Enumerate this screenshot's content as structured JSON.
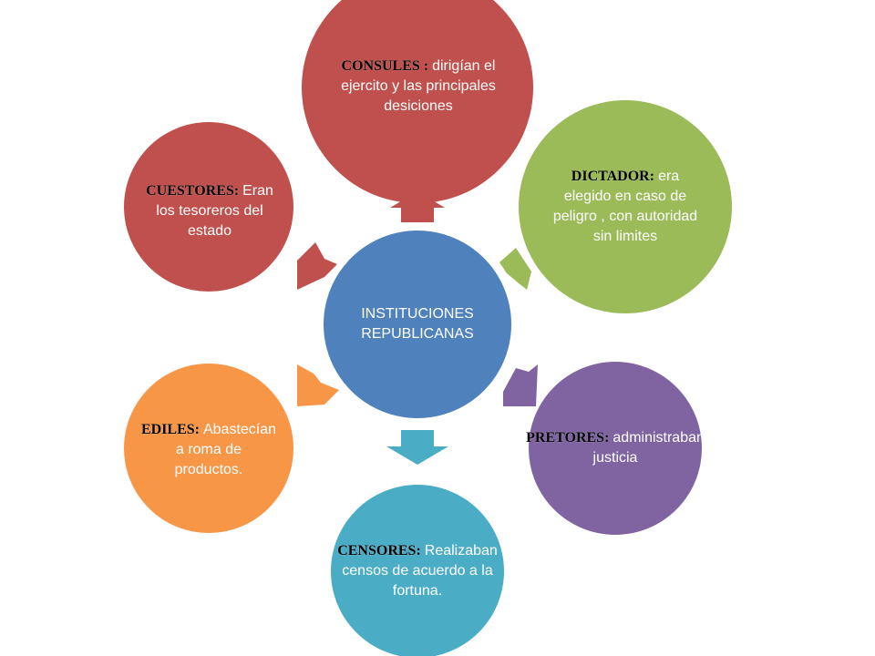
{
  "center": {
    "label": "INSTITUCIONES REPUBLICANAS",
    "color": "#4F81BD"
  },
  "nodes": [
    {
      "id": "consules",
      "title": "CONSULES :",
      "text": "dirigían el ejercito y las principales desiciones",
      "color": "#C0504D"
    },
    {
      "id": "dictador",
      "title": "DICTADOR:",
      "text": "era elegido en caso de peligro , con autoridad sin limites",
      "color": "#9BBB59"
    },
    {
      "id": "pretores",
      "title": "PRETORES:",
      "text": "administraban justicia",
      "color": "#8064A2"
    },
    {
      "id": "censores",
      "title": "CENSORES:",
      "text": "Realizaban censos de acuerdo a la fortuna.",
      "color": "#4BACC6"
    },
    {
      "id": "ediles",
      "title": "EDILES:",
      "text": "Abastecían a roma de productos.",
      "color": "#F79646"
    },
    {
      "id": "cuestores",
      "title": "CUESTORES:",
      "text": "Eran los tesoreros del estado",
      "color": "#C0504D"
    }
  ]
}
